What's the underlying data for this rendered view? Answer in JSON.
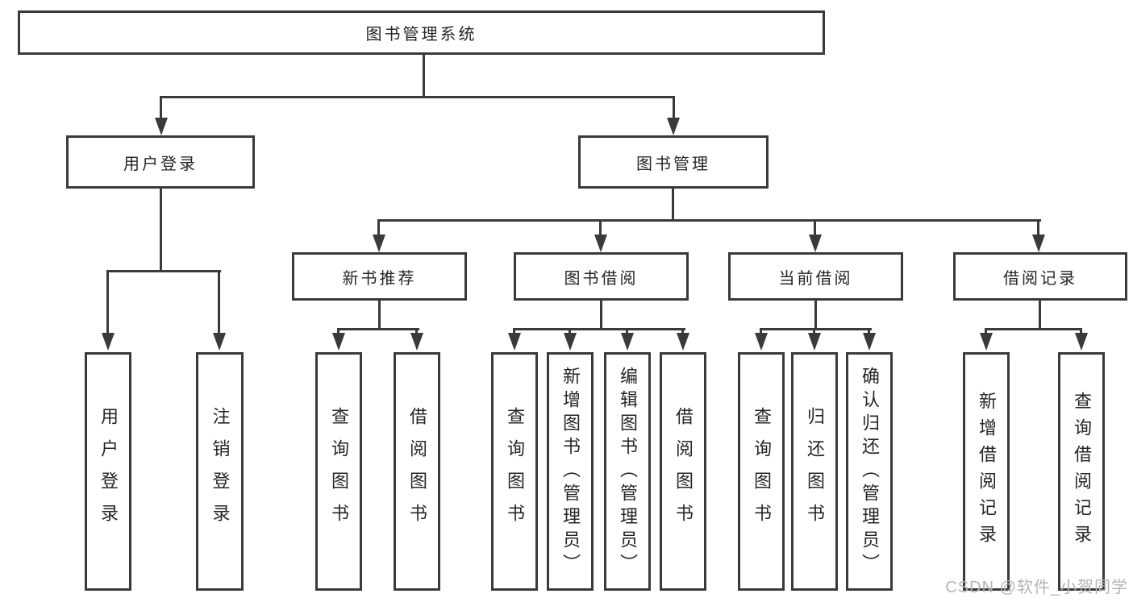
{
  "diagram": {
    "root": "图书管理系统",
    "branches": [
      {
        "label": "用户登录",
        "children": [
          {
            "label": "用户登录"
          },
          {
            "label": "注销登录"
          }
        ]
      },
      {
        "label": "图书管理",
        "children": [
          {
            "label": "新书推荐",
            "children": [
              "查询图书",
              "借阅图书"
            ]
          },
          {
            "label": "图书借阅",
            "children": [
              "查询图书",
              "新增图书（管理员）",
              "编辑图书（管理员）",
              "借阅图书"
            ]
          },
          {
            "label": "当前借阅",
            "children": [
              "查询图书",
              "归还图书",
              "确认归还（管理员）"
            ]
          },
          {
            "label": "借阅记录",
            "children": [
              "新增借阅记录",
              "查询借阅记录"
            ]
          }
        ]
      }
    ]
  },
  "watermark": "CSDN @软件_小贺同学",
  "colors": {
    "line": "#3a3a3a",
    "text": "#262626",
    "watermark": "#b4b4b4",
    "background": "#ffffff"
  }
}
